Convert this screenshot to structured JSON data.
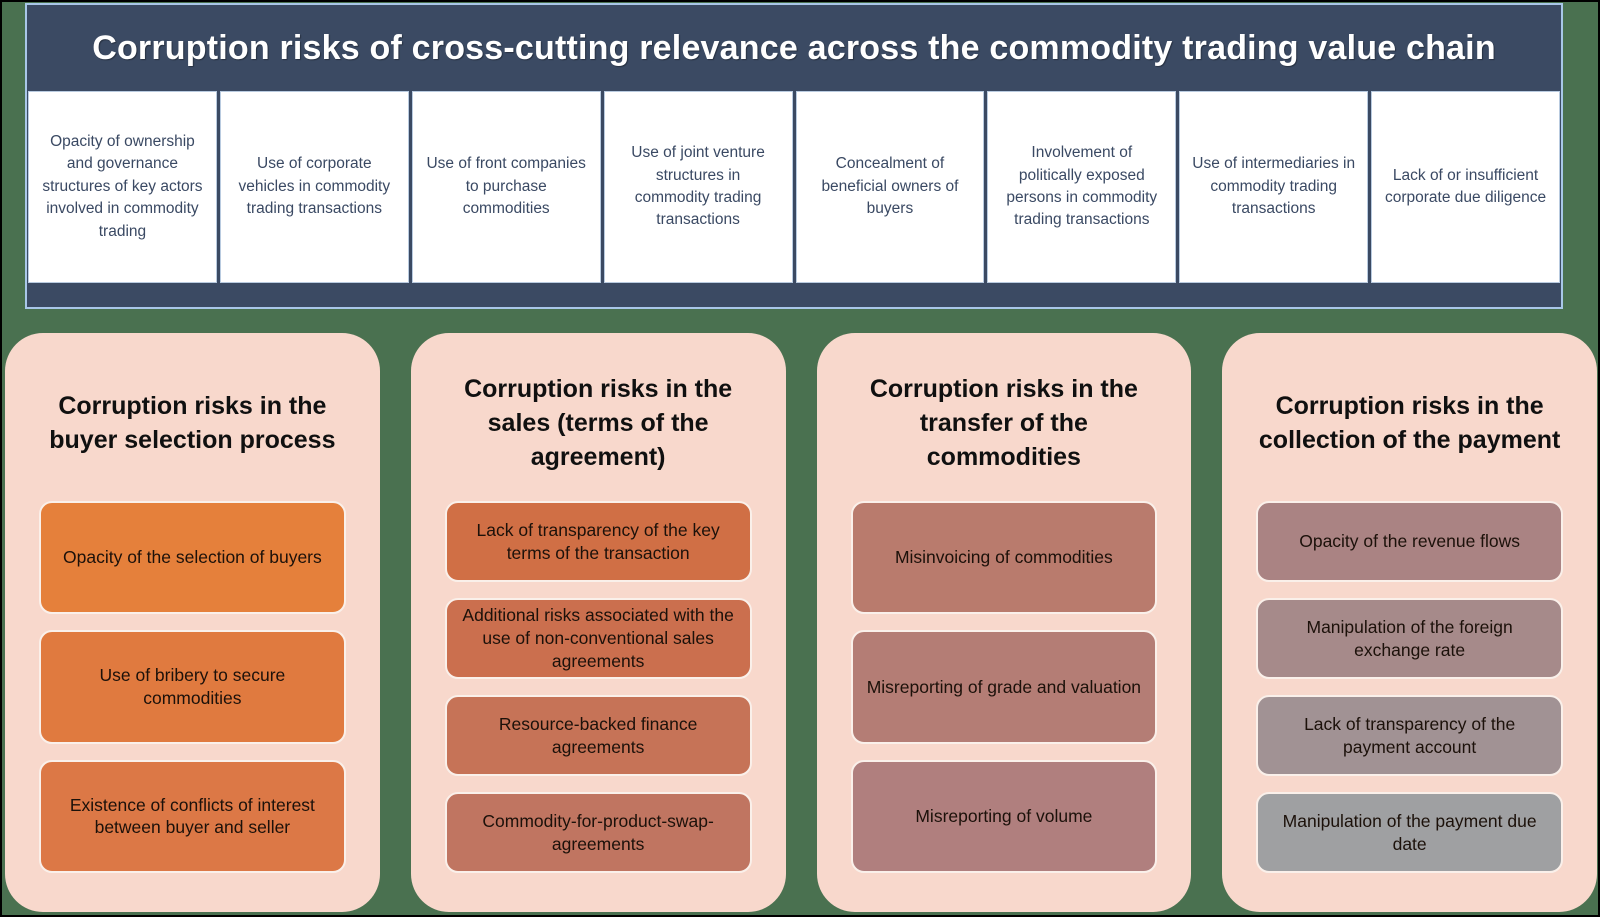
{
  "header": {
    "title": "Corruption risks of cross-cutting relevance across the commodity trading value chain",
    "items": [
      "Opacity of ownership and governance structures of key actors involved in commodity trading",
      "Use of corporate vehicles in commodity trading transactions",
      "Use of front companies to purchase commodities",
      "Use of joint venture structures in commodity trading transactions",
      "Concealment of beneficial owners of buyers",
      "Involvement of politically exposed persons in commodity trading transactions",
      "Use of intermediaries in commodity trading transactions",
      "Lack of or insufficient corporate due diligence"
    ]
  },
  "cards": [
    {
      "title": "Corruption risks in the buyer selection process",
      "boxes": [
        {
          "label": "Opacity of the selection of buyers",
          "color": "#E5803B"
        },
        {
          "label": "Use of bribery to secure commodities",
          "color": "#E07A3F"
        },
        {
          "label": "Existence of conflicts of interest between buyer and seller",
          "color": "#DC7846"
        }
      ]
    },
    {
      "title": "Corruption risks in the sales (terms of the agreement)",
      "boxes": [
        {
          "label": "Lack of transparency of the key terms of the transaction",
          "color": "#D06F45"
        },
        {
          "label": "Additional risks associated with the use of non-conventional sales agreements",
          "color": "#CB6F4E"
        },
        {
          "label": "Resource-backed finance agreements",
          "color": "#C67357"
        },
        {
          "label": "Commodity-for-product-swap-agreements",
          "color": "#C07561"
        }
      ]
    },
    {
      "title": "Corruption risks in the transfer of the commodities",
      "boxes": [
        {
          "label": "Misinvoicing of commodities",
          "color": "#B97B6D"
        },
        {
          "label": "Misreporting of grade and valuation",
          "color": "#B47D75"
        },
        {
          "label": "Misreporting of volume",
          "color": "#B07F7E"
        }
      ]
    },
    {
      "title": "Corruption risks in the collection of the payment",
      "boxes": [
        {
          "label": "Opacity of the revenue flows",
          "color": "#AA8383"
        },
        {
          "label": "Manipulation of the foreign exchange rate",
          "color": "#A68A8A"
        },
        {
          "label": "Lack of transparency of the payment account",
          "color": "#A19294"
        },
        {
          "label": "Manipulation of the payment due date",
          "color": "#9FA0A2"
        }
      ]
    }
  ],
  "colors": {
    "navy": "#3B4A63",
    "blue_border": "#A9C7E8",
    "green_background": "#4A7150",
    "card_pink": "#F8D8CC",
    "cell_text": "#3A4963",
    "page_edge": "#000000"
  }
}
